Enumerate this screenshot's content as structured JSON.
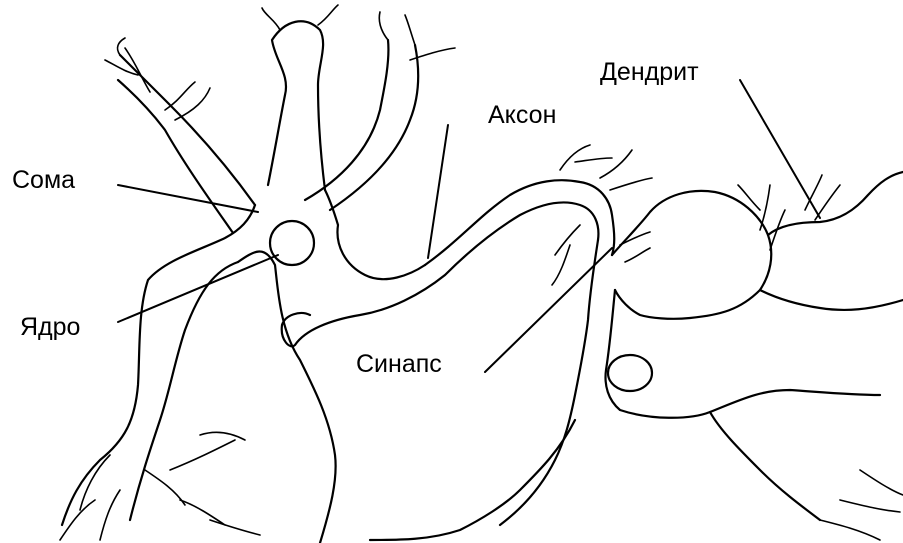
{
  "labels": {
    "soma": "Сома",
    "nucleus": "Ядро",
    "axon": "Аксон",
    "synapse": "Синапс",
    "dendrite": "Дендрит"
  },
  "colors": {
    "line": "#000000",
    "background": "#ffffff"
  }
}
